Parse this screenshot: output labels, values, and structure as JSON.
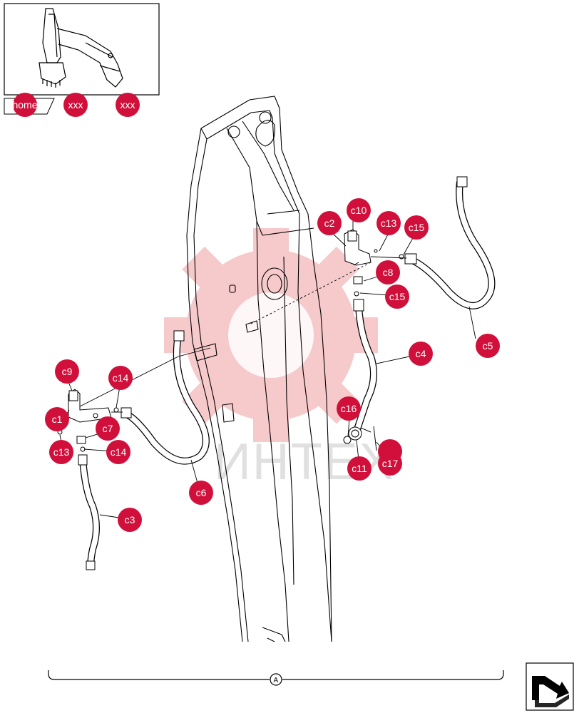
{
  "colors": {
    "callout_fill": "#d0103a",
    "callout_text": "#ffffff",
    "line": "#000000",
    "watermark_gear": "#f4b7ba",
    "watermark_text": "#c8c8c8"
  },
  "nav": {
    "home_label": "home",
    "crumb1_label": "xxx",
    "crumb2_label": "xxx",
    "next_icon": "next-page-arrow-icon"
  },
  "watermark": {
    "text": "ИНТЕХ"
  },
  "dimension": {
    "label": "A"
  },
  "callouts": [
    {
      "id": "c9",
      "label": "c9"
    },
    {
      "id": "c14a",
      "label": "c14"
    },
    {
      "id": "c1",
      "label": "c1"
    },
    {
      "id": "c7",
      "label": "c7"
    },
    {
      "id": "c13a",
      "label": "c13"
    },
    {
      "id": "c14b",
      "label": "c14"
    },
    {
      "id": "c3",
      "label": "c3"
    },
    {
      "id": "c6",
      "label": "c6"
    },
    {
      "id": "c10",
      "label": "c10"
    },
    {
      "id": "c2",
      "label": "c2"
    },
    {
      "id": "c13b",
      "label": "c13"
    },
    {
      "id": "c15a",
      "label": "c15"
    },
    {
      "id": "c8",
      "label": "c8"
    },
    {
      "id": "c15b",
      "label": "c15"
    },
    {
      "id": "c5",
      "label": "c5"
    },
    {
      "id": "c4",
      "label": "c4"
    },
    {
      "id": "c16",
      "label": "c16"
    },
    {
      "id": "c11",
      "label": "c11"
    },
    {
      "id": "c17a",
      "label": ""
    },
    {
      "id": "c17",
      "label": "c17"
    }
  ]
}
